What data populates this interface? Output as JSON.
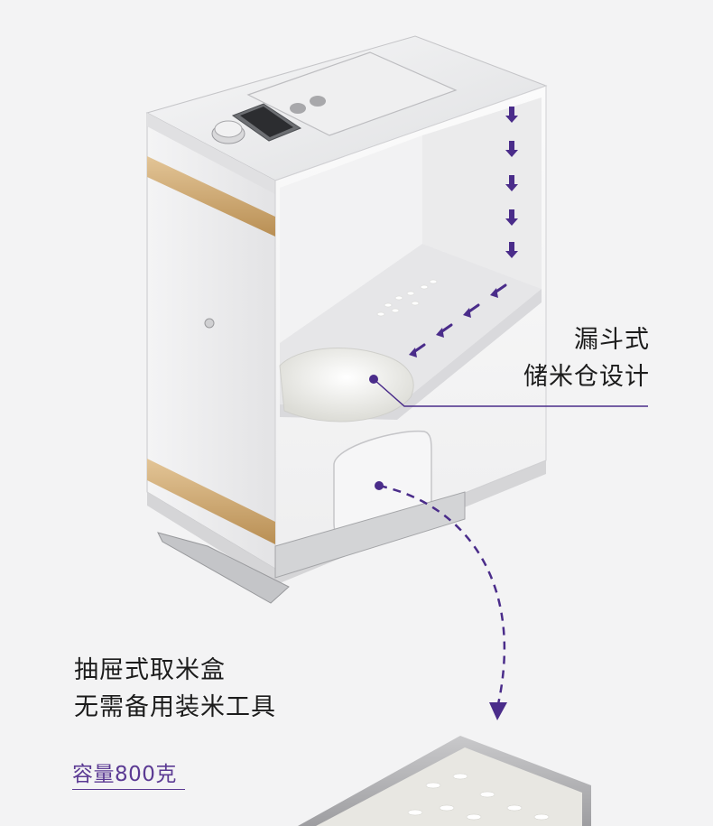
{
  "captions": {
    "funnel": {
      "line1": "漏斗式",
      "line2": "储米仓设计"
    },
    "drawer": {
      "line1": "抽屉式取米盒",
      "line2": "无需备用装米工具"
    }
  },
  "capacity": {
    "text": "容量800克"
  },
  "colors": {
    "accent": "#5b3a93",
    "background": "#f3f3f4",
    "rail": "#c9a56a"
  }
}
